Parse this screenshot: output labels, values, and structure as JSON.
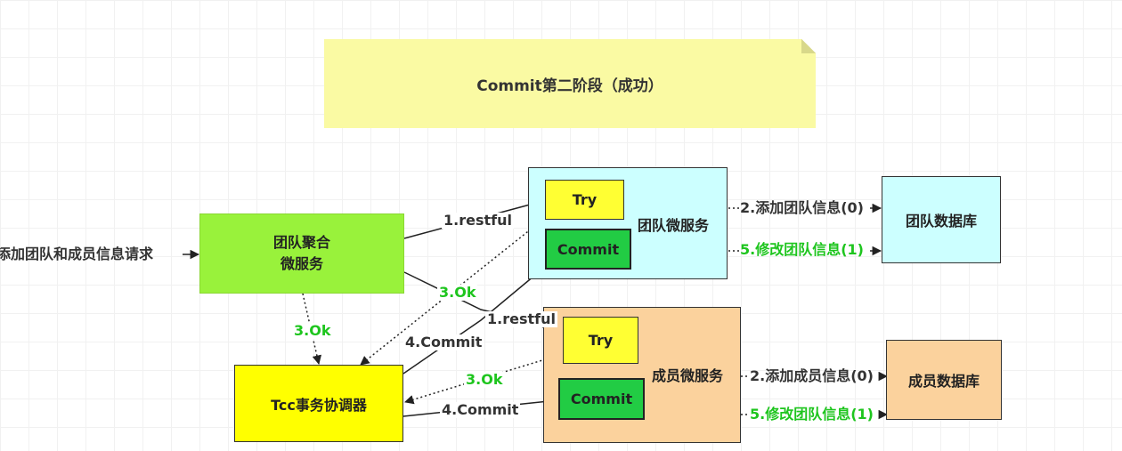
{
  "title": "Commit第二阶段（成功）",
  "nodes": {
    "team_aggregate_line1": "团队聚合",
    "team_aggregate_line2": "微服务",
    "tcc": "Tcc事务协调器",
    "team_service": "团队微服务",
    "member_service": "成员微服务",
    "team_db": "团队数据库",
    "member_db": "成员数据库",
    "try": "Try",
    "commit": "Commit"
  },
  "edges": {
    "request": "添加团队和成员信息请求",
    "restful_team": "1.restful",
    "restful_member": "1.restful",
    "ok_team": "3.Ok",
    "ok_agg": "3.Ok",
    "ok_member": "3.Ok",
    "commit_team": "4.Commit",
    "commit_member": "4.Commit",
    "add_team": "2.添加团队信息(0)",
    "update_team": "5.修改团队信息(1)",
    "add_member": "2.添加成员信息(0)",
    "update_member": "5.修改团队信息(1)"
  },
  "colors": {
    "note": "#fafaa3",
    "aggregate": "#99f23b",
    "tcc": "#ffff00",
    "team": "#ccffff",
    "member": "#fbd29d",
    "commit": "#22cc44",
    "ok_text": "#1ec51e"
  }
}
